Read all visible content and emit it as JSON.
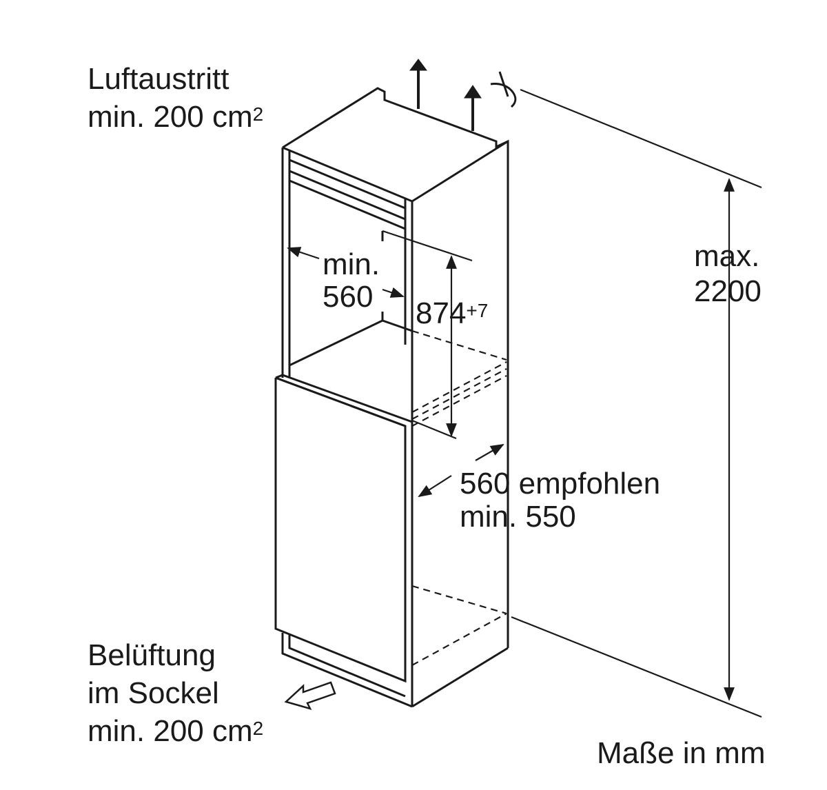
{
  "labels": {
    "air_outlet_title": "Luftaustritt",
    "air_outlet_min": "min. 200 cm",
    "air_outlet_exp": "2",
    "width_min": "min.",
    "width_value": "560",
    "niche_height": "874",
    "niche_height_tol": "+7",
    "depth_recommended": "560 empfohlen",
    "depth_min": "min. 550",
    "max_height_label": "max.",
    "max_height_value": "2200",
    "ventilation_title": "Belüftung",
    "ventilation_location": "im Sockel",
    "ventilation_min": "min. 200 cm",
    "ventilation_exp": "2",
    "units_note": "Maße in mm"
  },
  "colors": {
    "line": "#1a1a1a",
    "background": "#ffffff"
  }
}
